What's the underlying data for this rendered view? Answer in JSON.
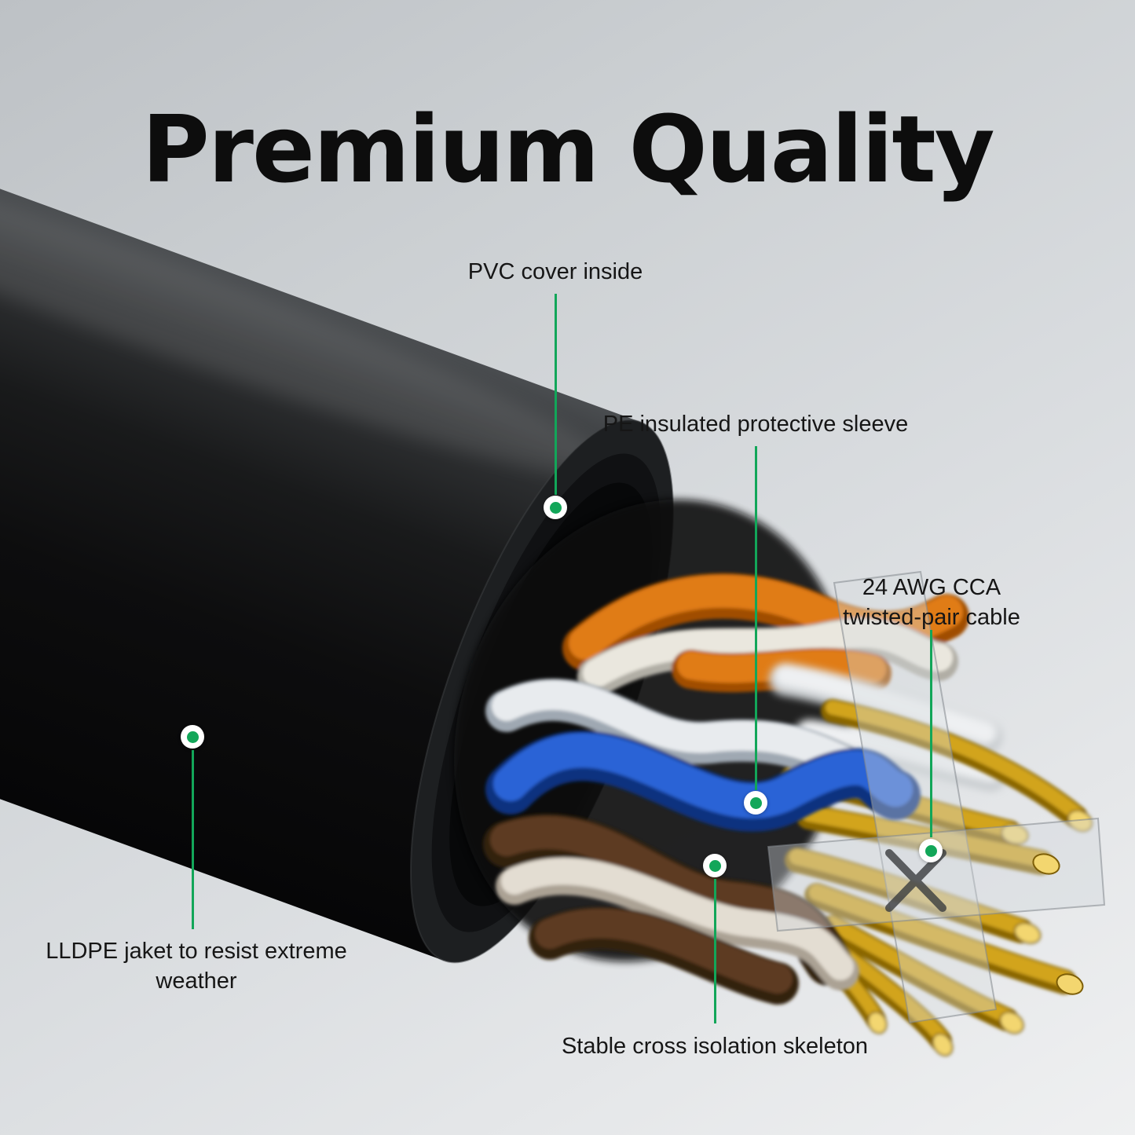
{
  "title": "Premium Quality",
  "colors": {
    "accent_green": "#12a659",
    "background_top": "#bdc1c5",
    "background_bottom": "#eff0f1",
    "cable_jacket": "#0e0e0f",
    "orange_wire": "#e07c14",
    "blue_wire": "#2a63d6",
    "brown_wire": "#5d3b20",
    "copper": "#d2a41a"
  },
  "callouts": {
    "pvc": {
      "label": "PVC cover inside"
    },
    "pe": {
      "label": "PE insulated protective sleeve"
    },
    "awg": {
      "label": "24 AWG CCA twisted-pair cable"
    },
    "lldpe": {
      "label": "LLDPE jaket to resist extreme weather"
    },
    "skeleton": {
      "label": "Stable cross isolation skeleton"
    }
  },
  "illustration_parts": [
    "cable-jacket",
    "cut-face",
    "orange-twisted-pair",
    "blue-twisted-pair",
    "brown-twisted-pair",
    "white-twisted-pair",
    "copper-conductors",
    "cross-isolation-skeleton"
  ]
}
